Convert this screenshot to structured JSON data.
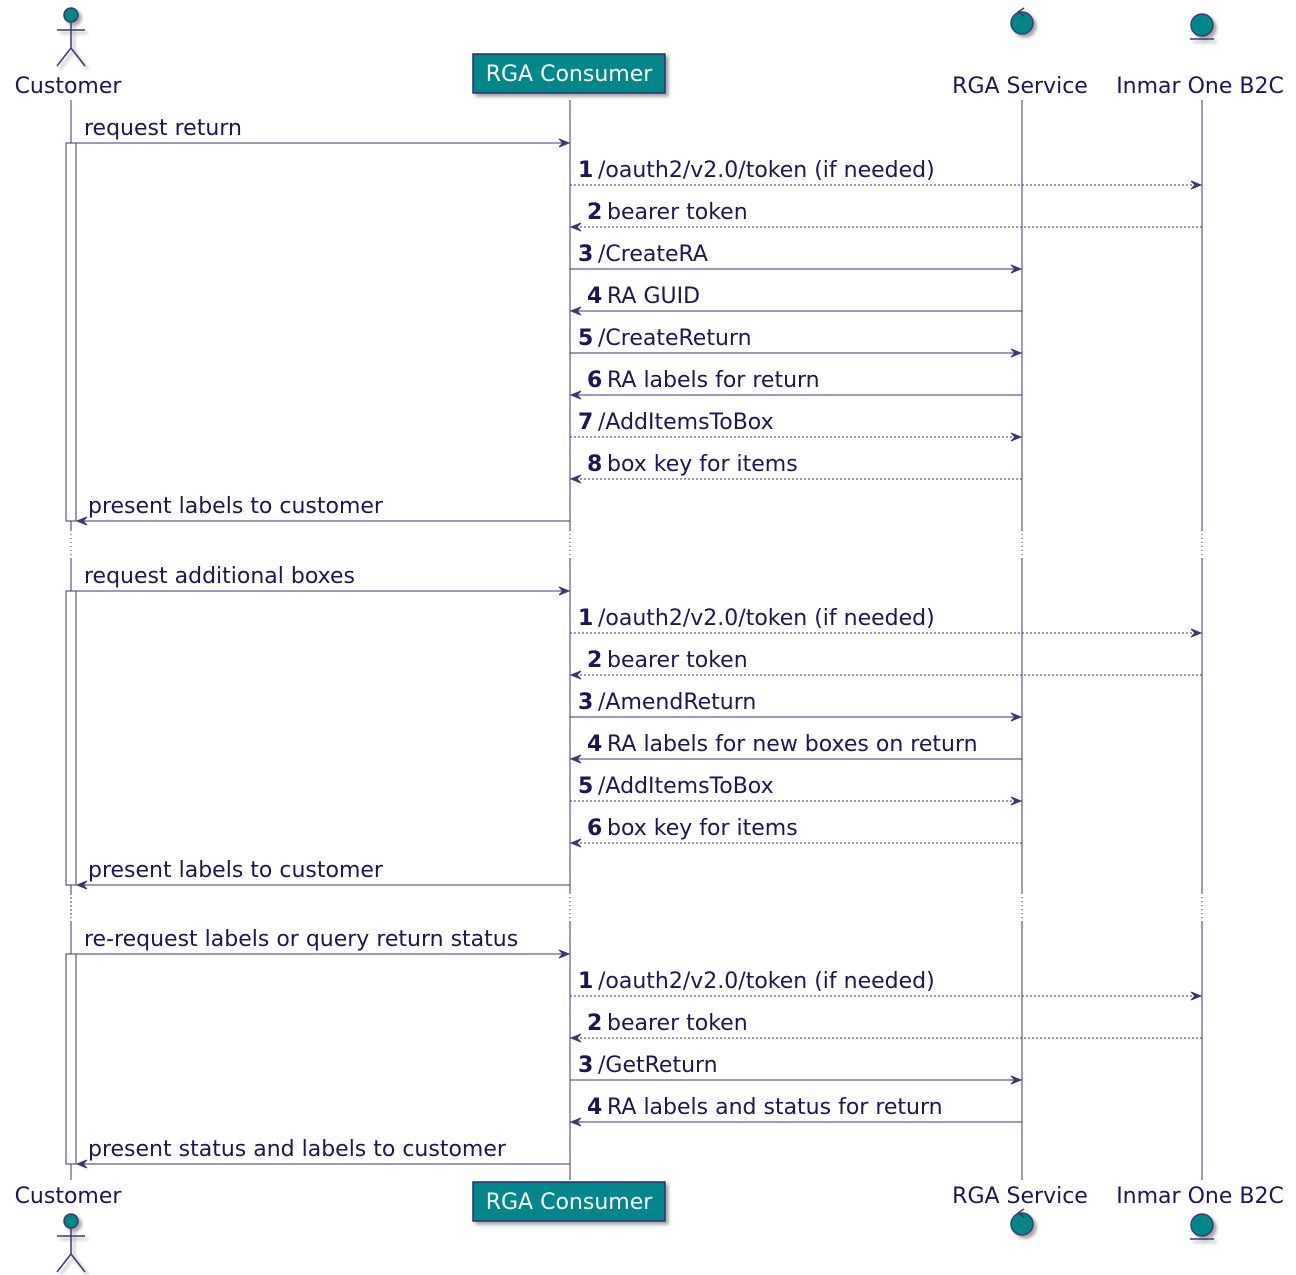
{
  "participants": [
    {
      "id": "customer",
      "kind": "actor",
      "label": "Customer"
    },
    {
      "id": "rga_consumer",
      "kind": "box",
      "label": "RGA Consumer"
    },
    {
      "id": "rga_service",
      "kind": "control",
      "label": "RGA Service"
    },
    {
      "id": "inmar_b2c",
      "kind": "entity",
      "label": "Inmar One B2C"
    }
  ],
  "colors": {
    "line": "#3a3a6e",
    "text": "#1c1652",
    "box_fill": "#00868b",
    "box_border": "#2e2e6e",
    "icon_fill": "#00868b"
  },
  "sections": [
    {
      "messages": [
        {
          "from": "customer",
          "to": "rga_consumer",
          "text": "request return",
          "dashed": false
        },
        {
          "num": "1",
          "from": "rga_consumer",
          "to": "inmar_b2c",
          "text": "/oauth2/v2.0/token (if needed)",
          "dashed": true
        },
        {
          "num": "2",
          "from": "inmar_b2c",
          "to": "rga_consumer",
          "text": "bearer token",
          "dashed": true
        },
        {
          "num": "3",
          "from": "rga_consumer",
          "to": "rga_service",
          "text": "/CreateRA",
          "dashed": false
        },
        {
          "num": "4",
          "from": "rga_service",
          "to": "rga_consumer",
          "text": "RA GUID",
          "dashed": false
        },
        {
          "num": "5",
          "from": "rga_consumer",
          "to": "rga_service",
          "text": "/CreateReturn",
          "dashed": false
        },
        {
          "num": "6",
          "from": "rga_service",
          "to": "rga_consumer",
          "text": "RA labels for return",
          "dashed": false
        },
        {
          "num": "7",
          "from": "rga_consumer",
          "to": "rga_service",
          "text": "/AddItemsToBox",
          "dashed": true
        },
        {
          "num": "8",
          "from": "rga_service",
          "to": "rga_consumer",
          "text": "box key for items",
          "dashed": true
        },
        {
          "from": "rga_consumer",
          "to": "customer",
          "text": "present labels to customer",
          "dashed": false
        }
      ]
    },
    {
      "messages": [
        {
          "from": "customer",
          "to": "rga_consumer",
          "text": "request additional boxes",
          "dashed": false
        },
        {
          "num": "1",
          "from": "rga_consumer",
          "to": "inmar_b2c",
          "text": "/oauth2/v2.0/token (if needed)",
          "dashed": true
        },
        {
          "num": "2",
          "from": "inmar_b2c",
          "to": "rga_consumer",
          "text": "bearer token",
          "dashed": true
        },
        {
          "num": "3",
          "from": "rga_consumer",
          "to": "rga_service",
          "text": "/AmendReturn",
          "dashed": false
        },
        {
          "num": "4",
          "from": "rga_service",
          "to": "rga_consumer",
          "text": "RA labels for new boxes on return",
          "dashed": false
        },
        {
          "num": "5",
          "from": "rga_consumer",
          "to": "rga_service",
          "text": "/AddItemsToBox",
          "dashed": true
        },
        {
          "num": "6",
          "from": "rga_service",
          "to": "rga_consumer",
          "text": "box key for items",
          "dashed": true
        },
        {
          "from": "rga_consumer",
          "to": "customer",
          "text": "present labels to customer",
          "dashed": false
        }
      ]
    },
    {
      "messages": [
        {
          "from": "customer",
          "to": "rga_consumer",
          "text": "re-request labels or query return status",
          "dashed": false
        },
        {
          "num": "1",
          "from": "rga_consumer",
          "to": "inmar_b2c",
          "text": "/oauth2/v2.0/token (if needed)",
          "dashed": true
        },
        {
          "num": "2",
          "from": "inmar_b2c",
          "to": "rga_consumer",
          "text": "bearer token",
          "dashed": true
        },
        {
          "num": "3",
          "from": "rga_consumer",
          "to": "rga_service",
          "text": "/GetReturn",
          "dashed": false
        },
        {
          "num": "4",
          "from": "rga_service",
          "to": "rga_consumer",
          "text": "RA labels and status for return",
          "dashed": false
        },
        {
          "from": "rga_consumer",
          "to": "customer",
          "text": "present status and labels to customer",
          "dashed": false
        }
      ]
    }
  ]
}
